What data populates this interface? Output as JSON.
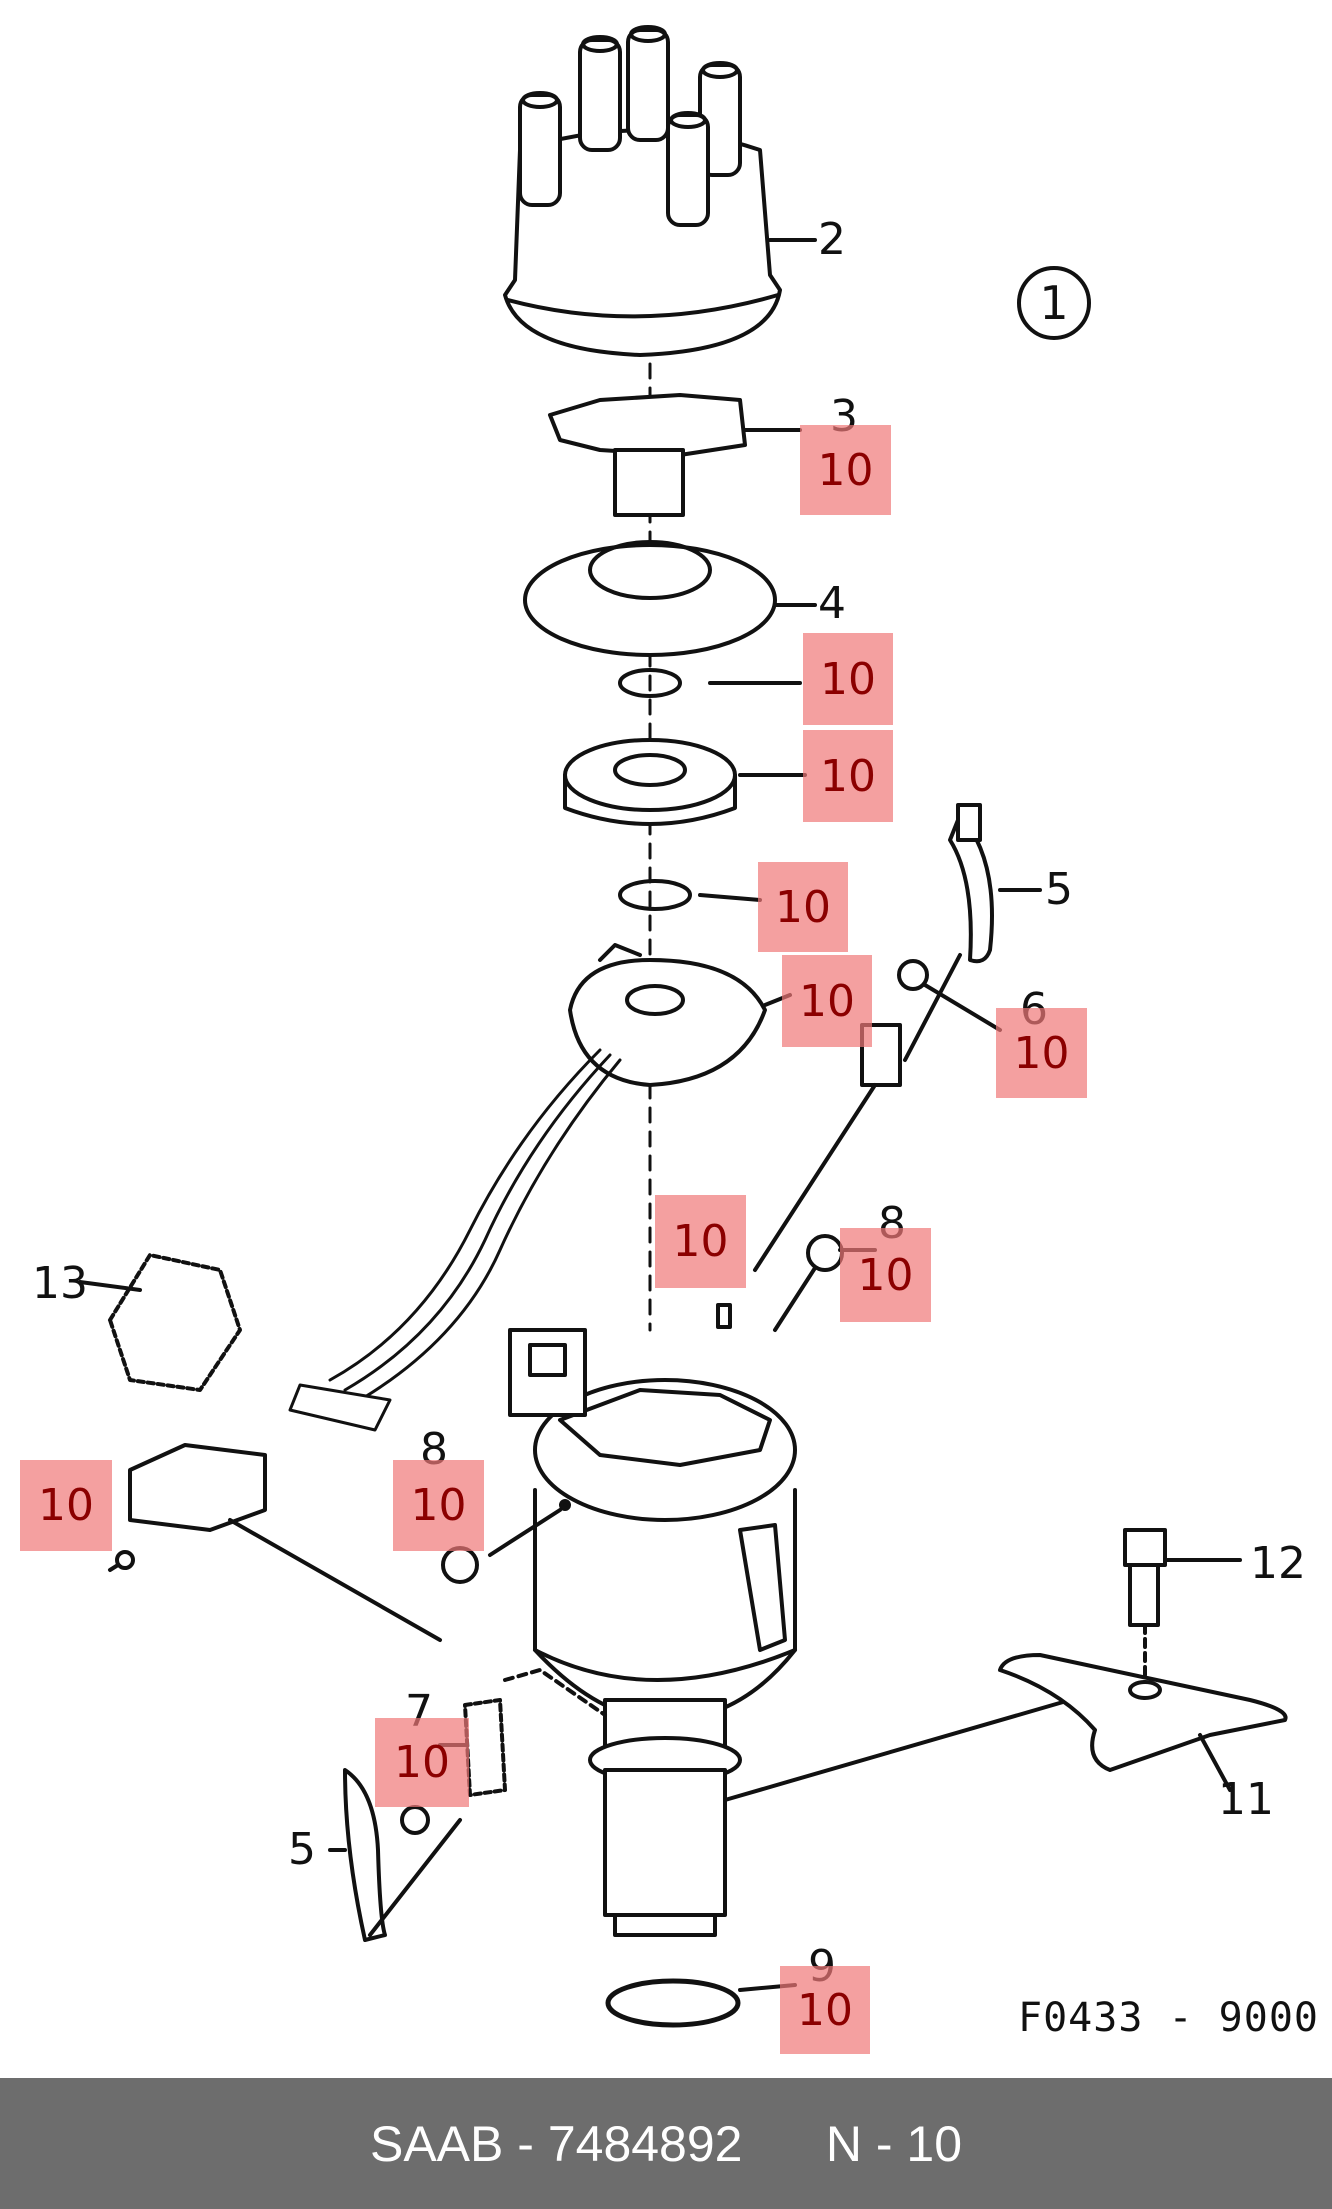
{
  "diagram": {
    "view_marker": "1",
    "figure_code": "F0433 - 9000",
    "part_labels": {
      "p2": "2",
      "p3": "3",
      "p4": "4",
      "p5_right": "5",
      "p6": "6",
      "p8_right": "8",
      "p13": "13",
      "p8_left": "8",
      "p12": "12",
      "p7": "7",
      "p11": "11",
      "p5_left": "5",
      "p9": "9"
    },
    "callouts": {
      "c1": "10",
      "c2": "10",
      "c3": "10",
      "c4": "10",
      "c5": "10",
      "c6": "10",
      "c7": "10",
      "c8": "10",
      "c9": "10",
      "c10": "10",
      "c11": "10",
      "c12": "10"
    }
  },
  "footer": {
    "brand": "SAAB",
    "part_number": "7484892",
    "section": "N - 10"
  }
}
